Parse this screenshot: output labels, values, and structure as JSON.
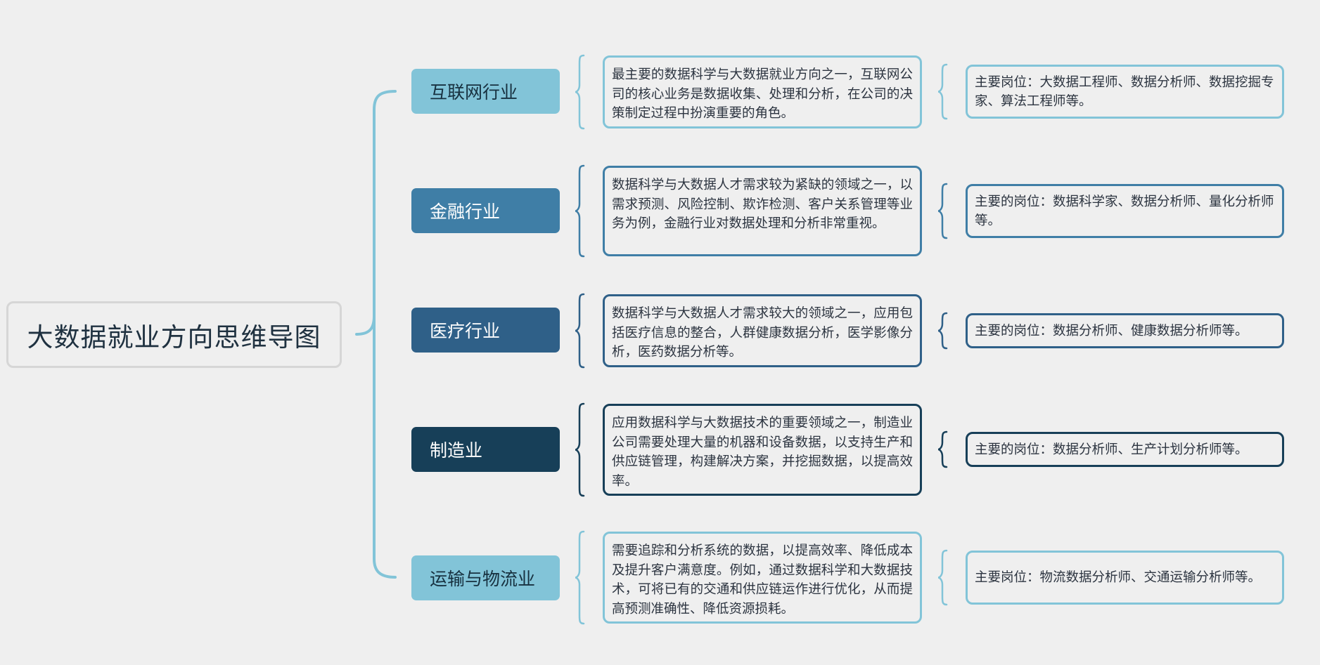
{
  "root": {
    "title": "大数据就业方向思维导图"
  },
  "colors": {
    "background": "#efefef",
    "root_border": "#d6d6d6",
    "main_connector": "#82c4d8"
  },
  "branches": [
    {
      "industry": "互联网行业",
      "color": "#82c4d8",
      "text_color": "#17303f",
      "description": "最主要的数据科学与大数据就业方向之一，互联网公司的核心业务是数据收集、处理和分析，在公司的决策制定过程中扮演重要的角色。",
      "roles": "主要岗位：大数据工程师、数据分析师、数据挖掘专家、算法工程师等。"
    },
    {
      "industry": "金融行业",
      "color": "#3f7ea6",
      "text_color": "#ffffff",
      "description": "数据科学与大数据人才需求较为紧缺的领域之一，以需求预测、风险控制、欺诈检测、客户关系管理等业务为例，金融行业对数据处理和分析非常重视。",
      "roles": "主要的岗位：数据科学家、数据分析师、量化分析师等。"
    },
    {
      "industry": "医疗行业",
      "color": "#2f6088",
      "text_color": "#ffffff",
      "description": "数据科学与大数据人才需求较大的领域之一，应用包括医疗信息的整合，人群健康数据分析，医学影像分析，医药数据分析等。",
      "roles": "主要的岗位：数据分析师、健康数据分析师等。"
    },
    {
      "industry": "制造业",
      "color": "#173f58",
      "text_color": "#ffffff",
      "description": "应用数据科学与大数据技术的重要领域之一，制造业公司需要处理大量的机器和设备数据，以支持生产和供应链管理，构建解决方案，并挖掘数据，以提高效率。",
      "roles": "主要的岗位：数据分析师、生产计划分析师等。"
    },
    {
      "industry": "运输与物流业",
      "color": "#82c4d8",
      "text_color": "#17303f",
      "description": "需要追踪和分析系统的数据，以提高效率、降低成本及提升客户满意度。例如，通过数据科学和大数据技术，可将已有的交通和供应链运作进行优化，从而提高预测准确性、降低资源损耗。",
      "roles": "主要岗位：物流数据分析师、交通运输分析师等。"
    }
  ]
}
